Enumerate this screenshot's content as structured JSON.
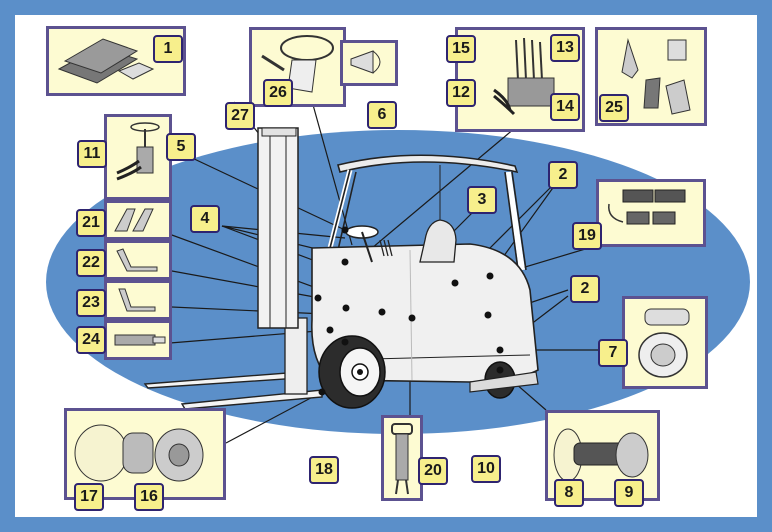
{
  "colors": {
    "frame_blue": "#5b8fc9",
    "panel_bg": "#ffffff",
    "ellipse_blue": "#5b8fc9",
    "callout_fill": "#fdfbd2",
    "callout_border": "#5c5290",
    "badge_fill": "#f7ef8c",
    "badge_border": "#2e2470"
  },
  "callout_panels": [
    {
      "id": "manuals",
      "depicts": "manuals-icon"
    },
    {
      "id": "steering",
      "depicts": "steering-wheel-icon"
    },
    {
      "id": "horn",
      "depicts": "horn-icon"
    },
    {
      "id": "valves",
      "depicts": "control-levers-icon"
    },
    {
      "id": "joysticks",
      "depicts": "joystick-icon"
    },
    {
      "id": "hydraulic-unit",
      "depicts": "hydraulic-valve-icon"
    },
    {
      "id": "pedals",
      "depicts": "pedal-icon"
    },
    {
      "id": "electronics",
      "depicts": "electronic-module-icon"
    },
    {
      "id": "drive-motor",
      "depicts": "motor-icon"
    },
    {
      "id": "axle",
      "depicts": "axle-icon"
    },
    {
      "id": "brake",
      "depicts": "brake-icon"
    },
    {
      "id": "chain",
      "depicts": "chain-icon"
    }
  ],
  "badges": [
    "1",
    "2",
    "2",
    "3",
    "4",
    "5",
    "6",
    "7",
    "8",
    "9",
    "10",
    "11",
    "12",
    "13",
    "14",
    "15",
    "16",
    "17",
    "18",
    "19",
    "20",
    "21",
    "22",
    "23",
    "24",
    "25",
    "26",
    "27"
  ]
}
